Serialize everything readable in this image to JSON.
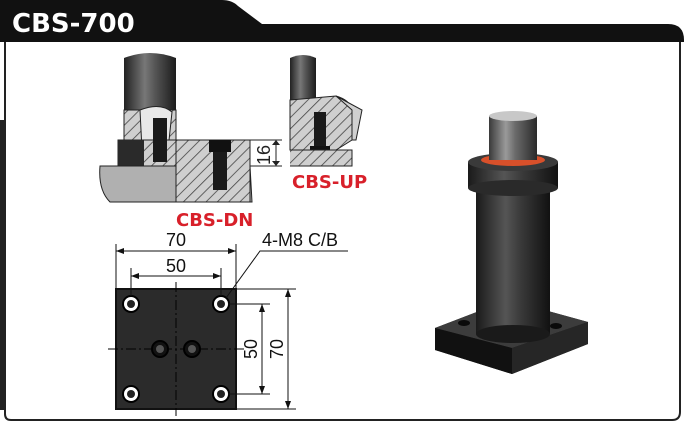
{
  "header": {
    "title": "CBS-700",
    "header_color": "#111111",
    "title_color": "#ffffff"
  },
  "labels": {
    "down": "CBS-DN",
    "up": "CBS-UP",
    "label_color": "#d8202a"
  },
  "dimensions": {
    "clearance": "16",
    "overall_width": "70",
    "hole_spacing_width": "50",
    "hole_spacing_height": "50",
    "overall_height": "70",
    "bolt_spec": "4-M8 C/B"
  },
  "colors": {
    "frame": "#222222",
    "steel": "#333333",
    "hatch": "#555555",
    "accent_ring": "#d8502a"
  }
}
